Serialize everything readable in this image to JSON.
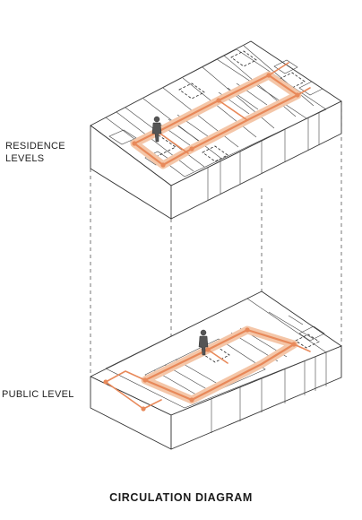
{
  "labels": {
    "residence_line1": "RESIDENCE",
    "residence_line2": "LEVELS",
    "public": "PUBLIC LEVEL",
    "caption": "CIRCULATION DIAGRAM"
  },
  "colors": {
    "ink": "#333333",
    "circulation": "#e8895a",
    "circulation_light": "#f4c6a8",
    "background": "#ffffff"
  },
  "icons": {
    "person": "walking-person-figure"
  }
}
